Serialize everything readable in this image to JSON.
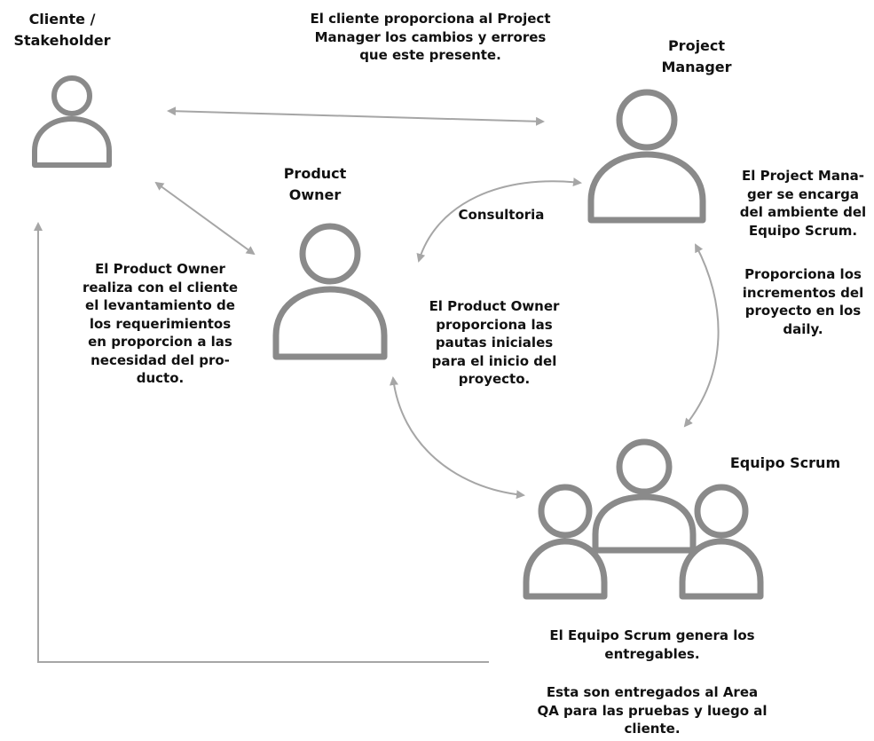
{
  "roles": {
    "client": "Cliente /\nStakeholder",
    "project_manager": "Project\nManager",
    "product_owner": "Product\nOwner",
    "scrum_team": "Equipo Scrum"
  },
  "edge_labels": {
    "consultoria": "Consultoria"
  },
  "notes": {
    "client_to_pm": "El cliente proporciona al Project\nManager los cambios y errores\nque este presente.",
    "po_with_client": "El Product Owner\nrealiza con el cliente\nel levantamiento de\nlos requerimientos\nen proporcion a las\nnecesidad del pro-\nducto.",
    "po_guidelines": "El Product Owner\nproporciona las\npautas iniciales\npara el inicio del\nproyecto.",
    "pm_environment": "El Project Mana-\nger se encarga\ndel ambiente del\nEquipo Scrum.",
    "pm_increments": "Proporciona los\nincrementos del\nproyecto en los\ndaily.",
    "team_deliverables": "El Equipo Scrum genera los\nentregables.",
    "team_qa": "Esta son entregados al Area\nQA para las pruebas y luego al\ncliente."
  },
  "colors": {
    "icon_stroke": "#8a8a8a",
    "arrow": "#a6a6a6",
    "text": "#111111"
  }
}
